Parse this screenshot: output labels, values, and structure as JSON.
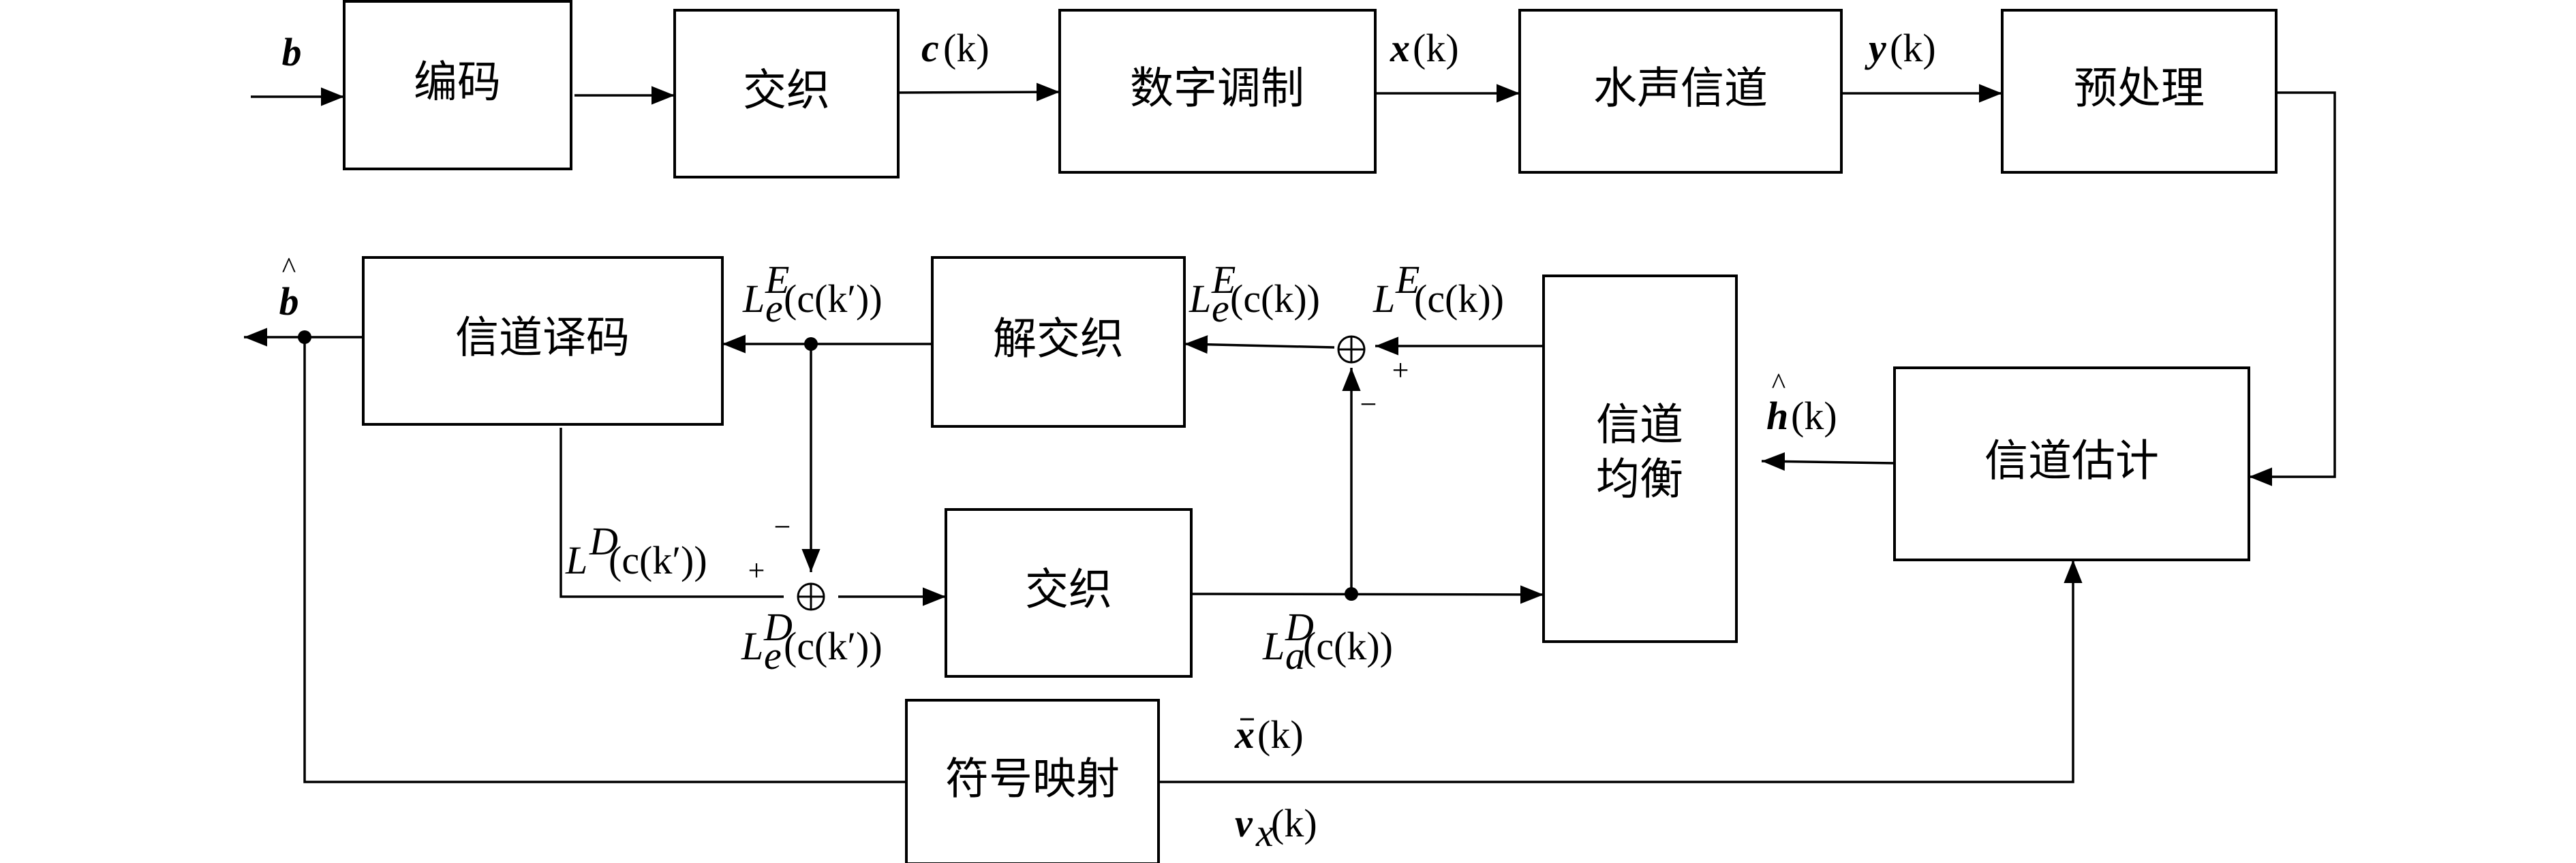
{
  "blocks": {
    "encode": "编码",
    "interleave_top": "交织",
    "digital_mod": "数字调制",
    "underwater_channel": "水声信道",
    "preprocess": "预处理",
    "channel_decode": "信道译码",
    "deinterleave": "解交织",
    "channel_equalize_line1": "信道",
    "channel_equalize_line2": "均衡",
    "channel_estimate": "信道估计",
    "interleave_mid": "交织",
    "symbol_map": "符号映射"
  },
  "signals": {
    "b": "b",
    "b_hat": "b",
    "hat_accent": "^",
    "c_var": "c",
    "x_var": "x",
    "y_var": "y",
    "h_var": "h",
    "v_var": "v",
    "x_sub": "x",
    "k_arg": "(k)",
    "L": "L",
    "sup_E": "E",
    "sup_D": "D",
    "sub_e": "e",
    "sub_a": "a",
    "arg_ck": "(c(k))",
    "arg_ckp": "(c(k′))"
  },
  "signs": {
    "plus": "+",
    "minus": "−"
  }
}
